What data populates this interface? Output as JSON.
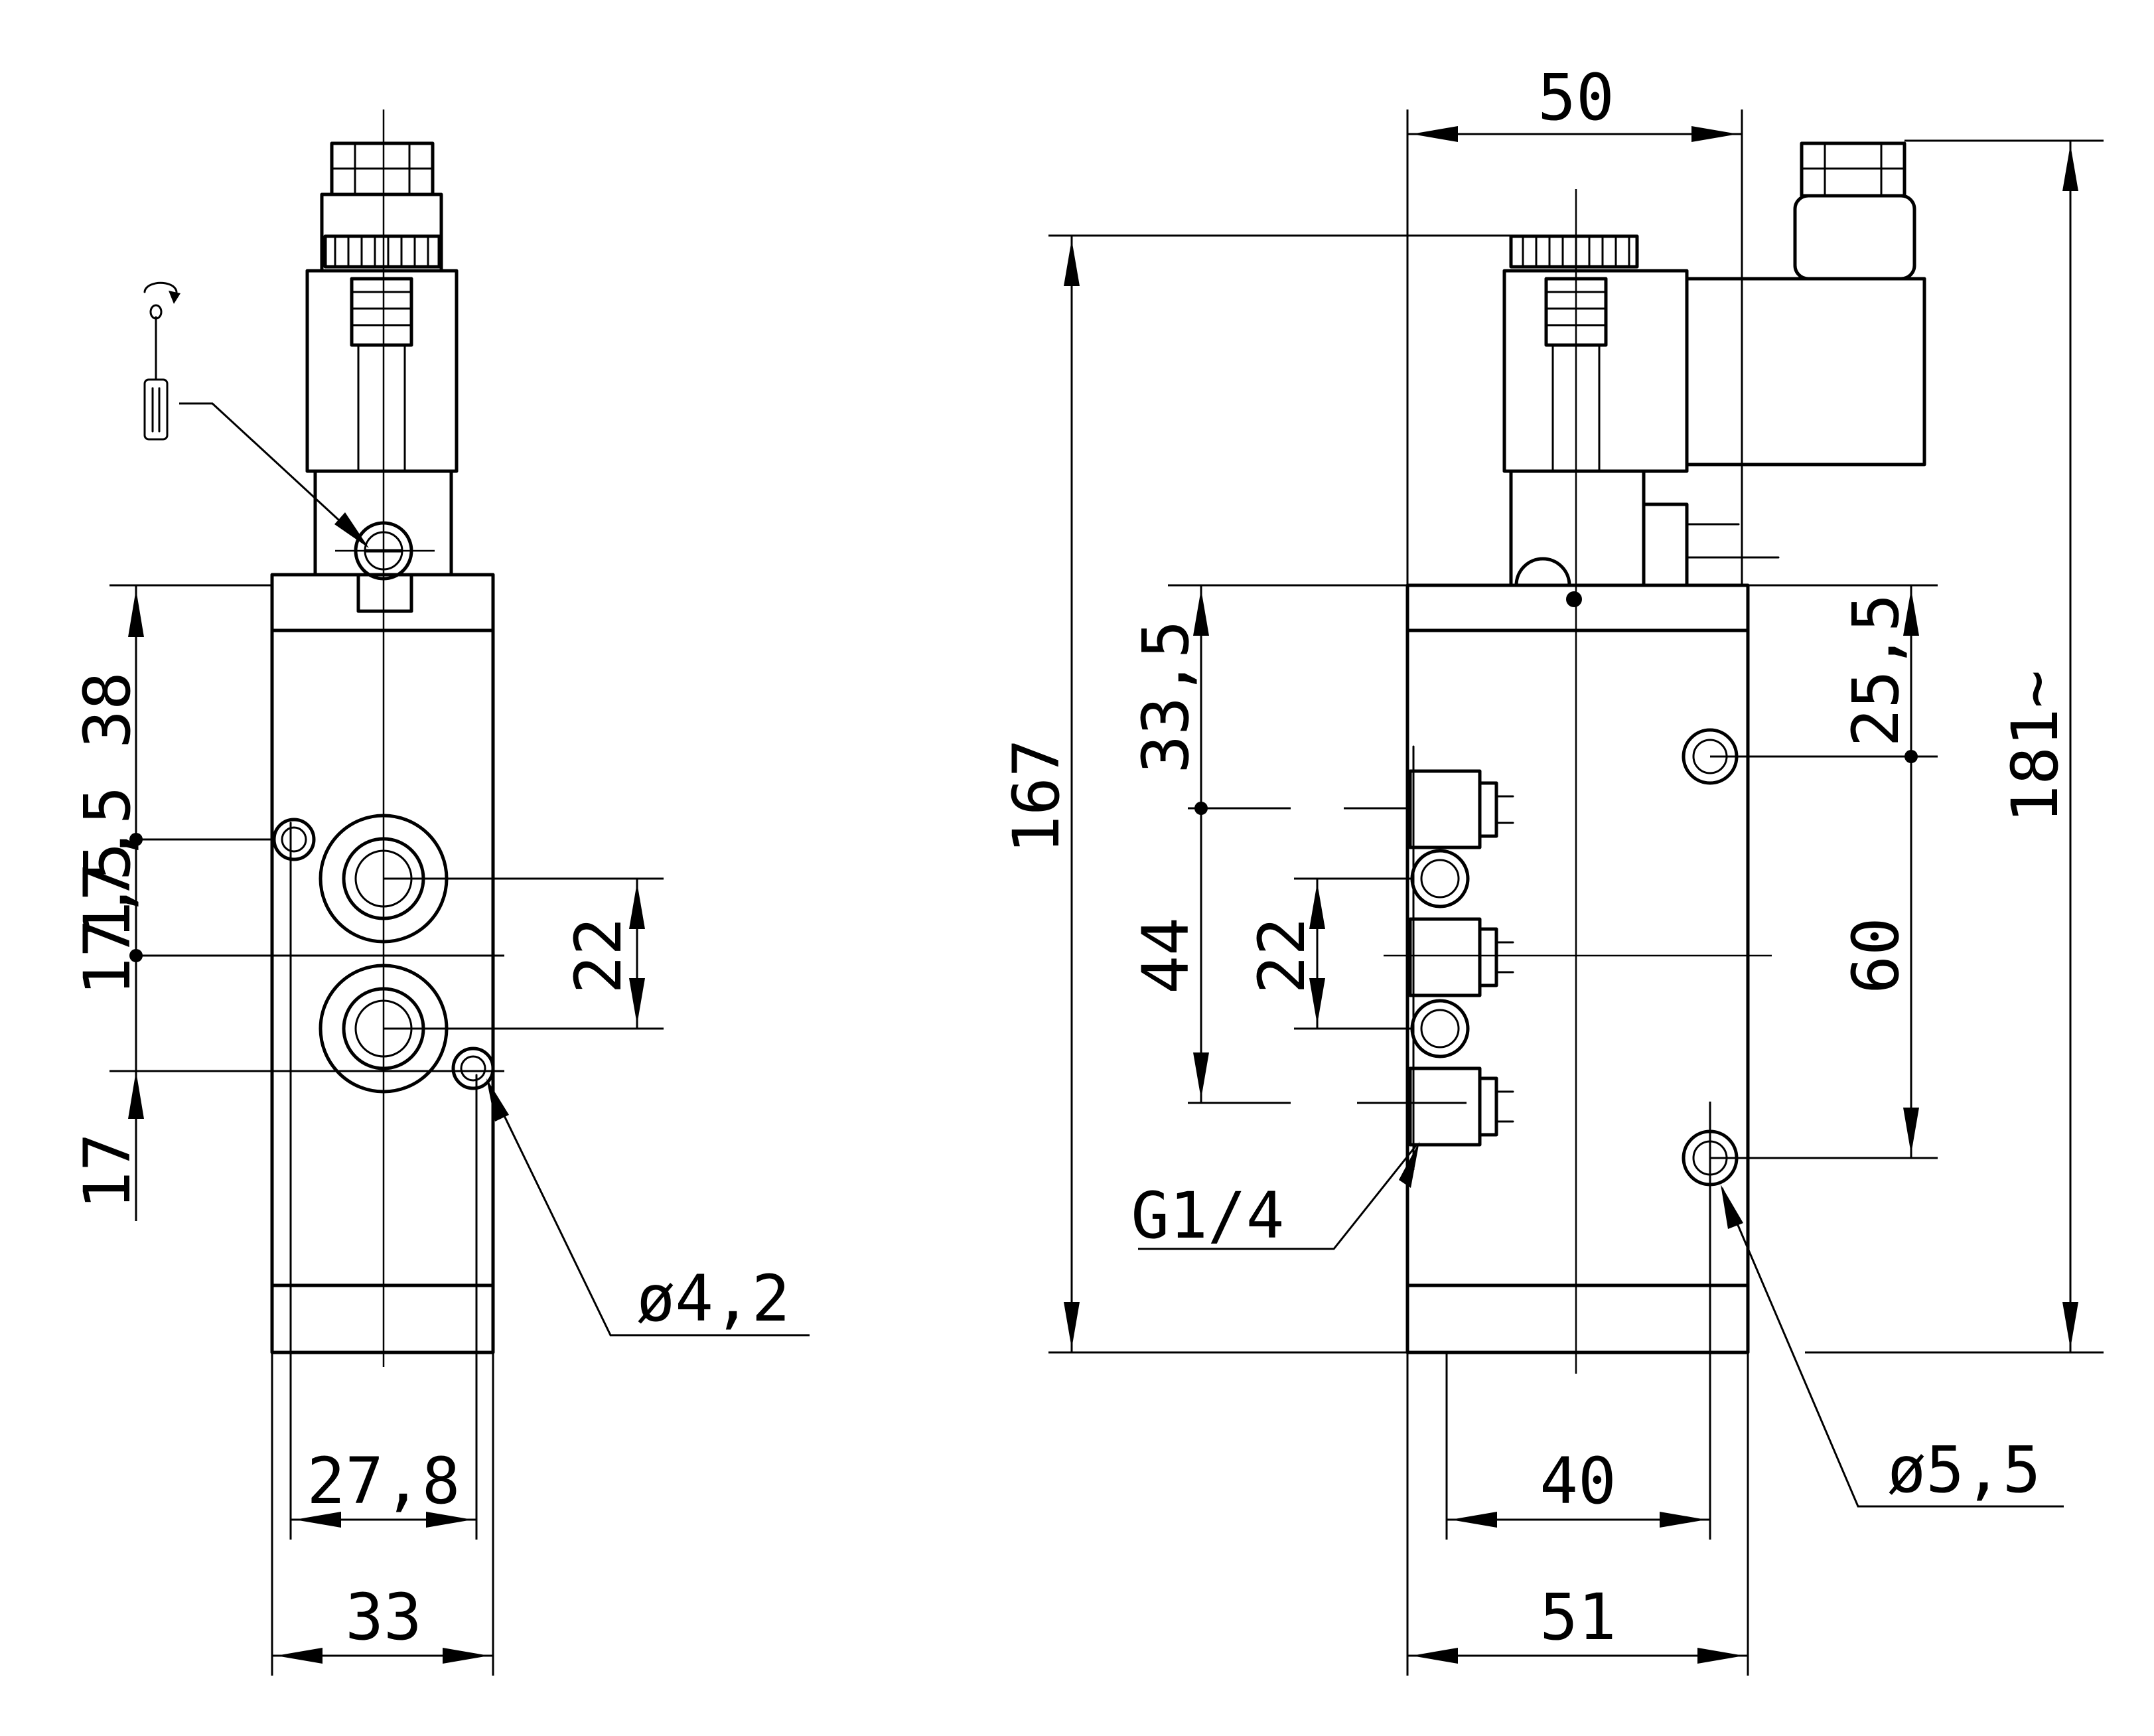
{
  "left_view": {
    "height_top": "38",
    "spacing_1": "17,5",
    "spacing_2": "17,5",
    "height_bottom": "17",
    "port_pitch": "22",
    "hole_dia": "ø4,2",
    "hole_spacing": "27,8",
    "body_width": "33"
  },
  "right_view": {
    "top_width": "50",
    "total_height": "167",
    "offset_1": "33,5",
    "offset_2": "44",
    "port_pitch": "22",
    "thread": "G1/4",
    "hole_offset": "25,5",
    "hole_pitch": "60",
    "overall_height": "181~",
    "hole_spacing": "40",
    "body_width": "51",
    "hole_dia": "ø5,5"
  },
  "icons": [
    "screwdriver-icon",
    "rotate-arrow-icon"
  ]
}
